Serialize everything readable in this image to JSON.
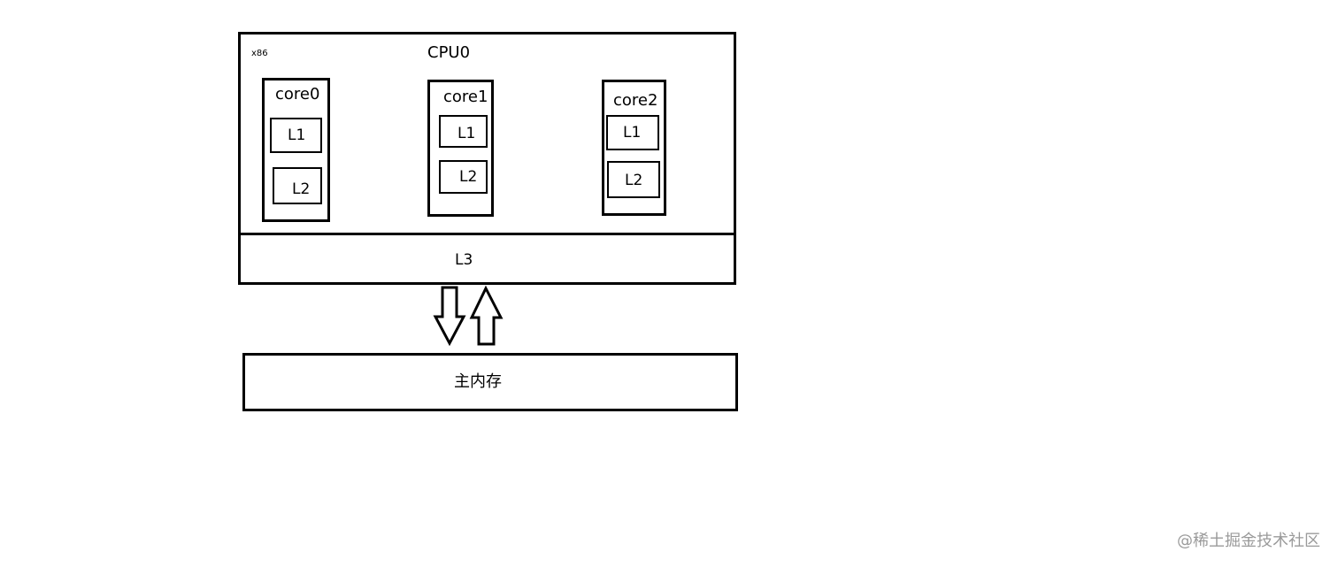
{
  "cpu": {
    "title": "CPU0",
    "arch_label": "x86"
  },
  "cores": [
    {
      "name": "core0",
      "l1": "L1",
      "l2": "L2"
    },
    {
      "name": "core1",
      "l1": "L1",
      "l2": "L2"
    },
    {
      "name": "core2",
      "l1": "L1",
      "l2": "L2"
    }
  ],
  "l3": {
    "label": "L3"
  },
  "memory": {
    "label": "主内存"
  },
  "watermark": "@稀土掘金技术社区",
  "colors": {
    "stroke": "#000000",
    "background": "#ffffff",
    "watermark": "#9a9a9a"
  }
}
